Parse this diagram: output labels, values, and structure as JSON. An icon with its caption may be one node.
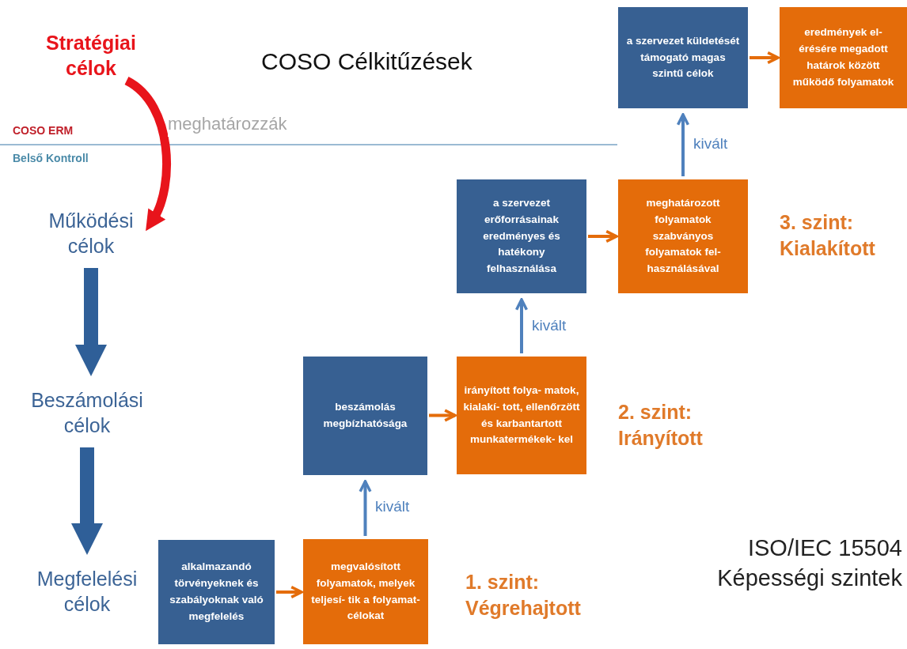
{
  "diagram": {
    "title": "COSO Célkitűzések",
    "nodes": [
      {
        "text": [
          "Stratégiai célok"
        ]
      },
      {
        "text": [
          "Működési célok"
        ]
      },
      {
        "text": [
          "Beszámolási célok"
        ]
      },
      {
        "text": [
          "Megfelelési célok"
        ]
      },
      {
        "text": [
          "alkalmazandó törvényeknek és szabályoknak való megfelelés"
        ]
      },
      {
        "text": [
          "megvalósított folyamatok, melyek teljesí- tik a folyamat- célokat"
        ]
      },
      {
        "text": [
          "beszámolás megbízhatósága"
        ]
      },
      {
        "text": [
          "irányított folya- matok, kialakí- tott, ellenőrzött és karbantartott munkatermékek- kel"
        ]
      },
      {
        "text": [
          "a szervezet erőforrásainak eredményes és hatékony felhasználása"
        ]
      },
      {
        "text": [
          "meghatározott folyamatok szabványos folyamatok fel- használásával"
        ]
      },
      {
        "text": [
          "a szervezet küldetését támogató magas szintű célok"
        ]
      },
      {
        "text": [
          "eredmények el- érésére megadott határok között működő folyamatok"
        ]
      }
    ],
    "edges": [
      {
        "from": 0,
        "to": 1,
        "arrow": "to",
        "label": "meghatározzák",
        "style": "thick",
        "color": "#e8141b"
      },
      {
        "from": 1,
        "to": 2,
        "arrow": "to",
        "style": "thick",
        "color": "#2f5f98"
      },
      {
        "from": 2,
        "to": 3,
        "arrow": "to",
        "style": "thick",
        "color": "#2f5f98"
      },
      {
        "from": 4,
        "to": 5,
        "arrow": "to",
        "color": "#e46c0a"
      },
      {
        "from": 5,
        "to": 6,
        "arrow": "to",
        "label": "kivált",
        "color": "#4f81bd"
      },
      {
        "from": 6,
        "to": 7,
        "arrow": "to",
        "color": "#e46c0a"
      },
      {
        "from": 7,
        "to": 8,
        "arrow": "to",
        "label": "kivált",
        "color": "#4f81bd"
      },
      {
        "from": 8,
        "to": 9,
        "arrow": "to",
        "color": "#e46c0a"
      },
      {
        "from": 9,
        "to": 10,
        "arrow": "to",
        "label": "kivált",
        "color": "#4f81bd"
      },
      {
        "from": 10,
        "to": 11,
        "arrow": "to",
        "color": "#e46c0a"
      }
    ],
    "labels": [
      "COSO ERM",
      "Belső Kontroll",
      "1. szint: Végrehajtott",
      "2. szint: Irányított",
      "3. szint: Kialakított",
      "ISO/IEC 15504 Képességi szintek"
    ]
  }
}
